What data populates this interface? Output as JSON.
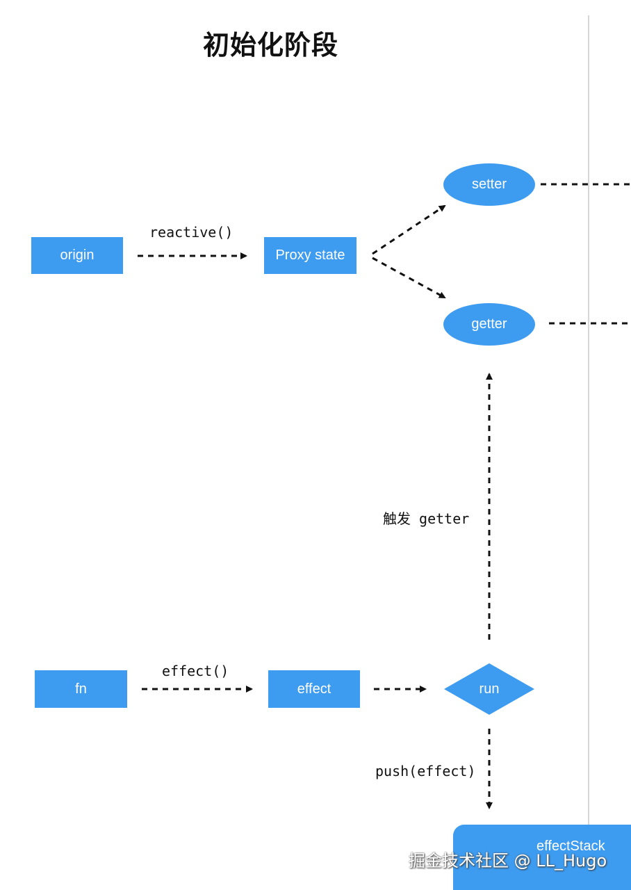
{
  "title": "初始化阶段",
  "nodes": {
    "origin": "origin",
    "proxy_state": "Proxy state",
    "setter": "setter",
    "getter": "getter",
    "fn": "fn",
    "effect": "effect",
    "run": "run",
    "effect_stack": "effectStack"
  },
  "edge_labels": {
    "reactive": "reactive()",
    "trigger_getter": "触发 getter",
    "effect_call": "effect()",
    "push_effect": "push(effect)"
  },
  "watermark": "掘金技术社区 @ LL_Hugo",
  "colors": {
    "node_fill": "#3d9bf0",
    "node_text": "#ffffff",
    "arrow": "#111111",
    "divider": "#d7d7d7"
  }
}
